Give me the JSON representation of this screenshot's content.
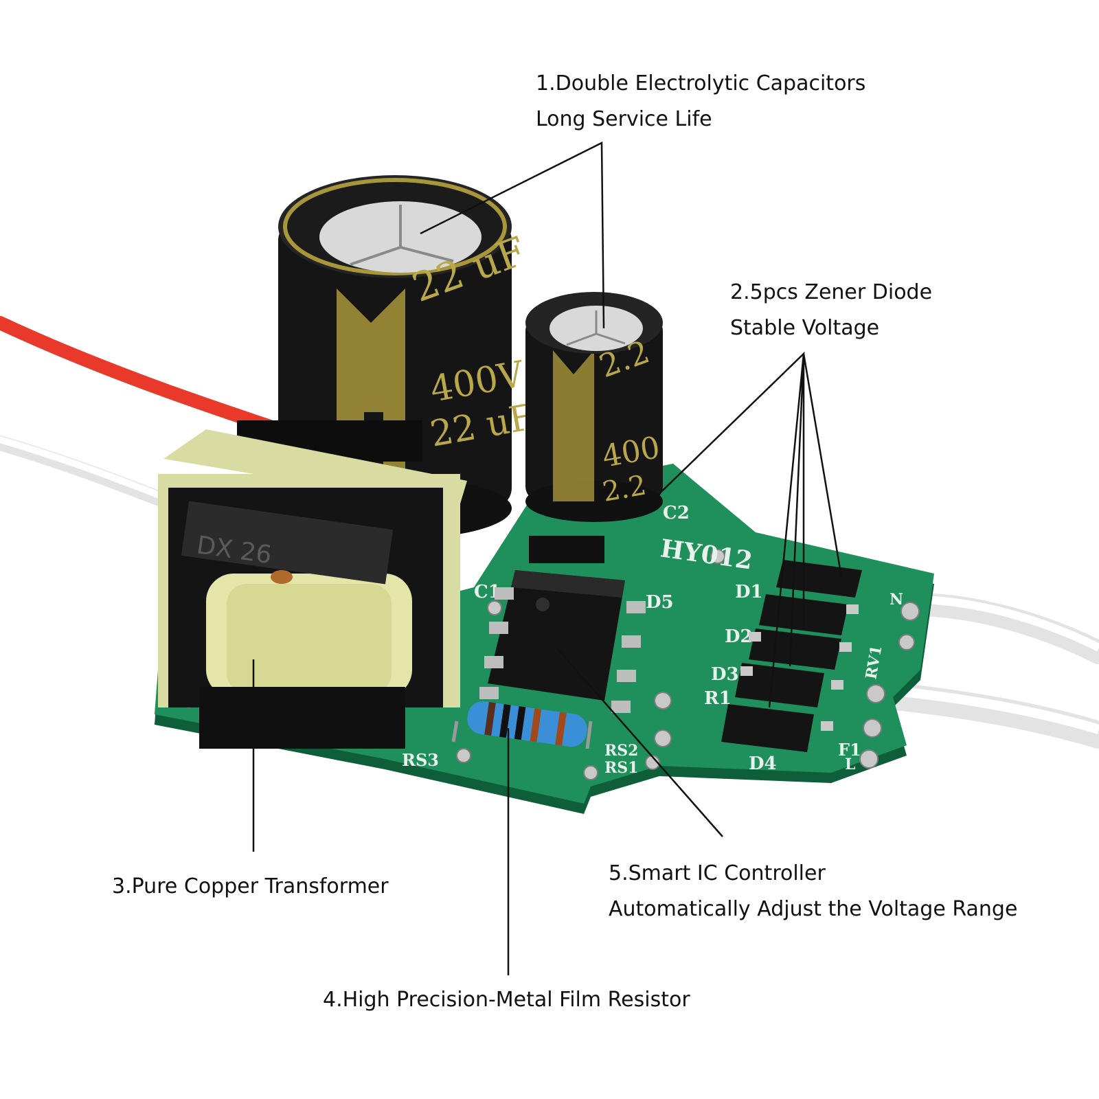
{
  "callouts": {
    "capacitors": {
      "title": "1.Double Electrolytic Capacitors",
      "subtitle": "Long Service Life"
    },
    "zener": {
      "title": "2.5pcs Zener Diode",
      "subtitle": "Stable Voltage"
    },
    "transformer": {
      "title": "3.Pure Copper Transformer"
    },
    "resistor": {
      "title": "4.High Precision-Metal Film Resistor"
    },
    "ic": {
      "title": "5.Smart IC Controller",
      "subtitle": "Automatically Adjust the Voltage Range"
    }
  },
  "board": {
    "model": "HY012",
    "big_cap_value": "22 uF",
    "big_cap_rating": "400V",
    "big_cap_rating2": "22 uF",
    "small_cap_value": "2.2",
    "small_cap_rating": "400",
    "small_cap_rating2": "2.2",
    "transformer_mark": "DX 26",
    "silkscreen": [
      "C1",
      "C2",
      "D1",
      "D2",
      "D3",
      "D4",
      "D5",
      "R1",
      "RV1",
      "F1",
      "RS1",
      "RS2",
      "RS3",
      "N",
      "L"
    ]
  },
  "colors": {
    "pcb": "#1f8f5c",
    "capacitor": "#1a1a1a",
    "cap_band": "#a8973a",
    "transformer_bobbin": "#d9dca2",
    "wire_red": "#e8392b",
    "wire_white": "#f4f4f4",
    "resistor_body": "#3b8fd6"
  }
}
